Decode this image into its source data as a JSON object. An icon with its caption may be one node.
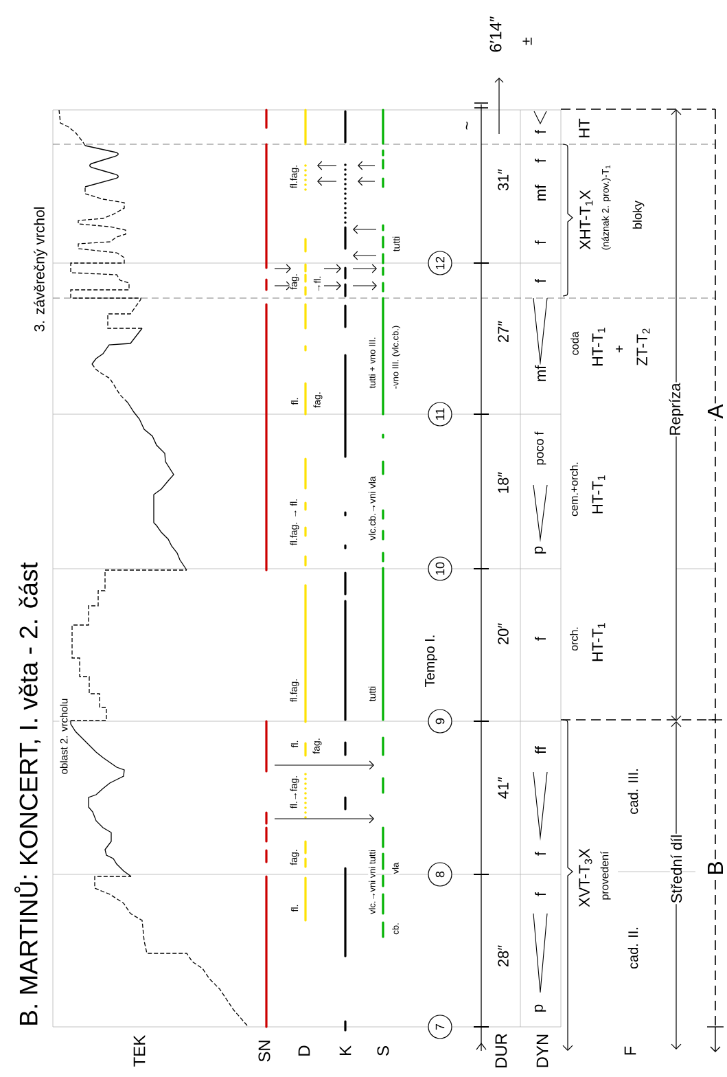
{
  "diagram": {
    "title": "B. MARTINŮ: KONCERT, I. věta - 2. část",
    "nodes": [
      {
        "text": [
          "7"
        ]
      },
      {
        "text": [
          "8"
        ]
      },
      {
        "text": [
          "9"
        ]
      },
      {
        "text": [
          "10"
        ]
      },
      {
        "text": [
          "11"
        ]
      },
      {
        "text": [
          "12"
        ]
      }
    ],
    "labels": [
      "oblast 2. vrcholu",
      "3. závěrečný vrchol",
      "TEK",
      "SN",
      "D",
      "K",
      "S",
      "DUR",
      "DYN",
      "F",
      "fl.",
      "fag.",
      "fl.→fag.",
      "fl.",
      "fag.",
      "fl.fag.",
      "fl.fag. → fl.",
      "fl.",
      "fag.",
      "fag.",
      "→fl.",
      "fl.fag.",
      "vlc.→vni vni tutti",
      "cb.",
      "vla",
      "tutti",
      "vlc.cb.→vni vla",
      "tutti + vno III.",
      "-vno III. (vlc.cb.)",
      "tutti",
      "Tempo I.",
      "28″",
      "41″",
      "20″",
      "18″",
      "27″",
      "31″",
      "~",
      "6′14″",
      "±",
      "p",
      "f",
      "f",
      "ff",
      "f",
      "p",
      "poco f",
      "mf",
      "f",
      "f",
      "mf",
      "f",
      "f",
      "XVT-T$_{3}$X",
      "provedení",
      "cad. II.",
      "cad. III.",
      "orch.",
      "HT-T$_{1}$",
      "cem.+orch.",
      "HT-T$_{1}$",
      "coda",
      "HT-T$_{1}$",
      "+",
      "ZT-T$_{2}$",
      "XHT-T$_{1}$X",
      "(náznak 2. prov.)-T$_{1}$",
      "HT",
      "bloky",
      "Repríza",
      "Střední díl",
      "A",
      "B"
    ]
  }
}
